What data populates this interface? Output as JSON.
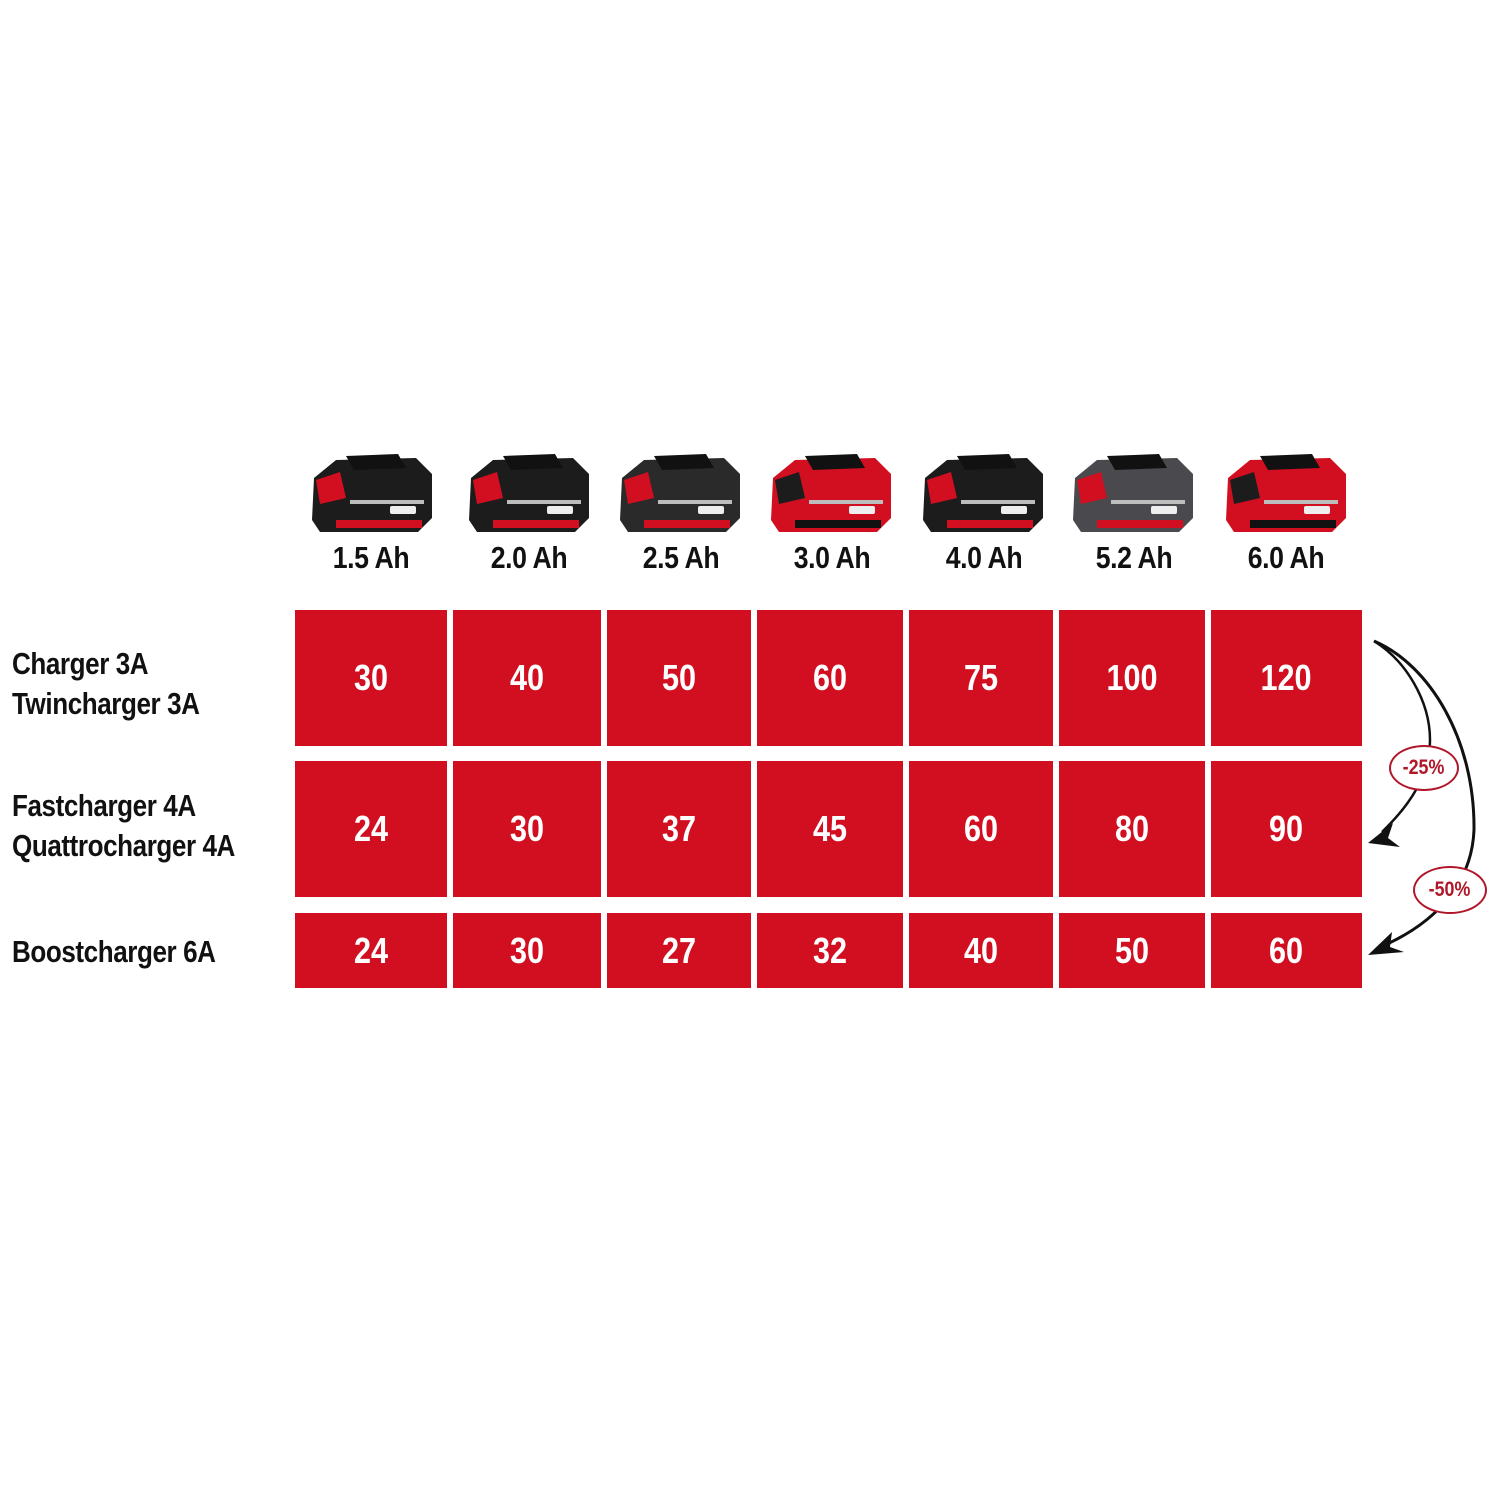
{
  "batteries": [
    {
      "capacity": "1.5 Ah",
      "icon": "battery-pack-icon",
      "body": "#1c1c1c",
      "accent": "#D10F20"
    },
    {
      "capacity": "2.0 Ah",
      "icon": "battery-pack-icon",
      "body": "#1c1c1c",
      "accent": "#D10F20"
    },
    {
      "capacity": "2.5 Ah",
      "icon": "battery-pack-icon",
      "body": "#2a2a2a",
      "accent": "#D10F20"
    },
    {
      "capacity": "3.0 Ah",
      "icon": "battery-pack-icon",
      "body": "#D10F20",
      "accent": "#1c1c1c"
    },
    {
      "capacity": "4.0 Ah",
      "icon": "battery-pack-icon",
      "body": "#1c1c1c",
      "accent": "#D10F20"
    },
    {
      "capacity": "5.2 Ah",
      "icon": "battery-pack-icon",
      "body": "#4a4a4e",
      "accent": "#D10F20"
    },
    {
      "capacity": "6.0 Ah",
      "icon": "battery-pack-icon",
      "body": "#D10F20",
      "accent": "#1c1c1c"
    }
  ],
  "rows": [
    {
      "label_line1": "Charger 3A",
      "label_line2": "Twincharger 3A",
      "values": [
        "30",
        "40",
        "50",
        "60",
        "75",
        "100",
        "120"
      ]
    },
    {
      "label_line1": "Fastcharger 4A",
      "label_line2": "Quattrocharger 4A",
      "values": [
        "24",
        "30",
        "37",
        "45",
        "60",
        "80",
        "90"
      ]
    },
    {
      "label_line1": "Boostcharger 6A",
      "label_line2": "",
      "values": [
        "24",
        "30",
        "27",
        "32",
        "40",
        "50",
        "60"
      ]
    }
  ],
  "annotations": {
    "reduction_fast": "-25%",
    "reduction_boost": "-50%"
  },
  "colors": {
    "cell_red": "#D10F20",
    "badge_red": "#B0182A",
    "text_dark": "#111111"
  },
  "chart_data": {
    "type": "table",
    "title": "",
    "columns": [
      "1.5 Ah",
      "2.0 Ah",
      "2.5 Ah",
      "3.0 Ah",
      "4.0 Ah",
      "5.2 Ah",
      "6.0 Ah"
    ],
    "row_headers": [
      "Charger 3A / Twincharger 3A",
      "Fastcharger 4A / Quattrocharger 4A",
      "Boostcharger 6A"
    ],
    "series": [
      {
        "name": "Charger 3A / Twincharger 3A",
        "values": [
          30,
          40,
          50,
          60,
          75,
          100,
          120
        ]
      },
      {
        "name": "Fastcharger 4A / Quattrocharger 4A",
        "values": [
          24,
          30,
          37,
          45,
          60,
          80,
          90
        ]
      },
      {
        "name": "Boostcharger 6A",
        "values": [
          24,
          30,
          27,
          32,
          40,
          50,
          60
        ]
      }
    ],
    "annotations": [
      {
        "from": "Charger 3A / Twincharger 3A",
        "to": "Fastcharger 4A / Quattrocharger 4A",
        "text": "-25%"
      },
      {
        "from": "Charger 3A / Twincharger 3A",
        "to": "Boostcharger 6A",
        "text": "-50%"
      }
    ]
  }
}
